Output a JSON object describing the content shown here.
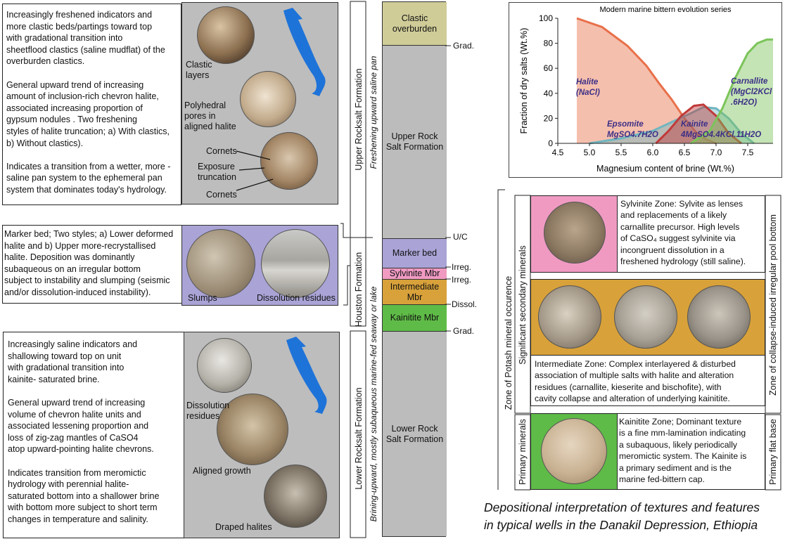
{
  "upper_unit": {
    "description": "Increasingly freshened indicators and\nmore clastic beds/partings toward top\nwith gradational transition into\nsheetflood clastics (saline mudflat) of the\noverburden clastics.\n\nGeneral upward trend of increasing\n amount of inclusion-rich chevron halite,\nassociated increasing proportion of\ngypsum nodules . Two freshening\nstyles of halite truncation; a) With clastics,\nb) Without clastics).\n\nIndicates a transition from a wetter, more -\nsaline pan system to the ephemeral pan\nsystem that dominates today's hydrology.",
    "photo_labels": {
      "clastic": "Clastic\nlayers",
      "polyhedral": "Polyhedral\npores in\naligned halite",
      "cornets_top": "Cornets",
      "exposure": "Exposure\ntruncation",
      "cornets_bottom": "Cornets"
    }
  },
  "marker_bed": {
    "description": "Marker bed; Two styles; a) Lower deformed\nhalite and b) Upper more-recrystallised\nhalite. Deposition was dominantly\nsubaqueous on an  irregular bottom\nsubject to instability and slumping (seismic\nand/or dissolution-induced instability).",
    "photo_labels": {
      "slumps": "Slumps",
      "dissolution": "Dissolution residues"
    }
  },
  "lower_unit": {
    "description": "Increasingly saline indicators and\nshallowing toward top on unit\nwith gradational transition into\nkainite- saturated brine.\n\nGeneral upward trend of increasing\nvolume of chevron halite units and\nassociated lessening proportion and\nloss of zig-zag mantles of CaSO4\natop upward-pointing  halite chevrons.\n\nIndicates transition from meromictic\nhydrology with perennial halite-\nsaturated bottom  into a shallower brine\nwith bottom more subject to short term\nchanges in temperature and salinity.",
    "photo_labels": {
      "dissolution": "Dissolution\nresidues",
      "aligned": "Aligned growth",
      "draped": "Draped halites"
    }
  },
  "column": {
    "segments": [
      {
        "label": "Clastic\noverburden",
        "color": "#cfcc98"
      },
      {
        "label": "Upper Rock\nSalt Formation",
        "color": "#bcbcbc"
      },
      {
        "label": "Marker bed",
        "color": "#a9a3d6"
      },
      {
        "label": "Sylvinite Mbr",
        "color": "#f09ac2"
      },
      {
        "label": "Intermediate\nMbr",
        "color": "#d8a13a"
      },
      {
        "label": "Kainitite Mbr",
        "color": "#5fbb47"
      },
      {
        "label": "Lower Rock\nSalt Formation",
        "color": "#bcbcbc"
      }
    ],
    "contacts": [
      "Grad.",
      "U/C",
      "Irreg.",
      "Irreg.",
      "Dissol.",
      "Grad."
    ],
    "left_labels": {
      "upper_formation": "Upper Rocksalt Formation",
      "upper_italic": "Freshening upward saline pan",
      "houston": "Houston  Formation",
      "lower_formation": "Lower Rocksalt Formation",
      "lower_italic": "Brining-upward, mostly subaqueous marine-fed seaway or lake"
    }
  },
  "potash": {
    "outer_label": "Zone of Potash mineral occurence",
    "secondary_label": "Significant secondary minerals",
    "primary_label": "Primary minerals",
    "right_top_label": "Zone of collapse-induced irregular pool bottom",
    "right_bottom_label": "Primary flat base",
    "sylvinite_text": "Sylvinite Zone: Sylvite as lenses\nand replacements of a likely\ncarnallite precursor. High levels\nof CaSO₄ suggest sylvinite via\nincongruent dissolution in a\nfreshened hydrology (still saline).",
    "intermediate_text": "Intermediate Zone: Complex interlayered & disturbed\nassociation of multiple salts with halite and alteration\nresidues (carnallite, kieserite and bischofite), with\ncavity collapse and alteration of underlying kainitite.",
    "kainitite_text": "Kainitite Zone; Dominant texture\nis a fine mm-lamination indicating\n a subaquous, likely periodically\nmeromictic system. The Kainite is\na primary sediment and is the\nmarine fed-bittern cap.",
    "colors": {
      "sylvinite": "#f09ac2",
      "intermediate": "#d8a13a",
      "kainitite": "#5fbb47"
    }
  },
  "chart_data": {
    "type": "area",
    "title": "Modern marine bittern evolution series",
    "xlabel": "Magnesium content of brine (Wt.%)",
    "ylabel": "Fraction of dry salts (Wt.%)",
    "xlim": [
      4.5,
      7.9
    ],
    "ylim": [
      0,
      100
    ],
    "xticks": [
      "4.5",
      "5.0",
      "5.5",
      "6.0",
      "6.5",
      "7.0",
      "7.5"
    ],
    "yticks": [
      "0",
      "20",
      "40",
      "60",
      "80",
      "100"
    ],
    "series": [
      {
        "name": "Halite",
        "formula": "(NaCl)",
        "color": "#e8704a",
        "x": [
          4.8,
          5.2,
          5.6,
          5.9,
          6.1,
          6.3,
          6.5,
          6.7,
          6.85,
          7.0
        ],
        "y": [
          100,
          93,
          78,
          62,
          48,
          35,
          20,
          8,
          3,
          0
        ]
      },
      {
        "name": "Epsomite",
        "formula": "MgSO4.7H2O",
        "color": "#6fb5c0",
        "x": [
          5.0,
          5.5,
          6.0,
          6.3,
          6.6,
          6.8,
          7.0,
          7.2,
          7.4,
          7.6
        ],
        "y": [
          0,
          4,
          10,
          17,
          24,
          29,
          28,
          20,
          8,
          0
        ]
      },
      {
        "name": "Kainite",
        "formula": "4MgSO4.4KCl.11H2O",
        "color": "#c03a3a",
        "x": [
          6.05,
          6.25,
          6.45,
          6.65,
          6.8,
          7.0,
          7.2,
          7.4
        ],
        "y": [
          0,
          10,
          22,
          30,
          31,
          22,
          8,
          0
        ]
      },
      {
        "name": "Carnallite",
        "formula": "(MgCl2KCl.6H2O)",
        "color": "#7cc45a",
        "x": [
          6.6,
          6.9,
          7.1,
          7.3,
          7.5,
          7.65,
          7.8,
          7.9
        ],
        "y": [
          0,
          10,
          28,
          52,
          72,
          80,
          83,
          83
        ]
      }
    ]
  },
  "caption": "Depositional interpretation of textures and features\nin typical wells in the Danakil Depression, Ethiopia"
}
